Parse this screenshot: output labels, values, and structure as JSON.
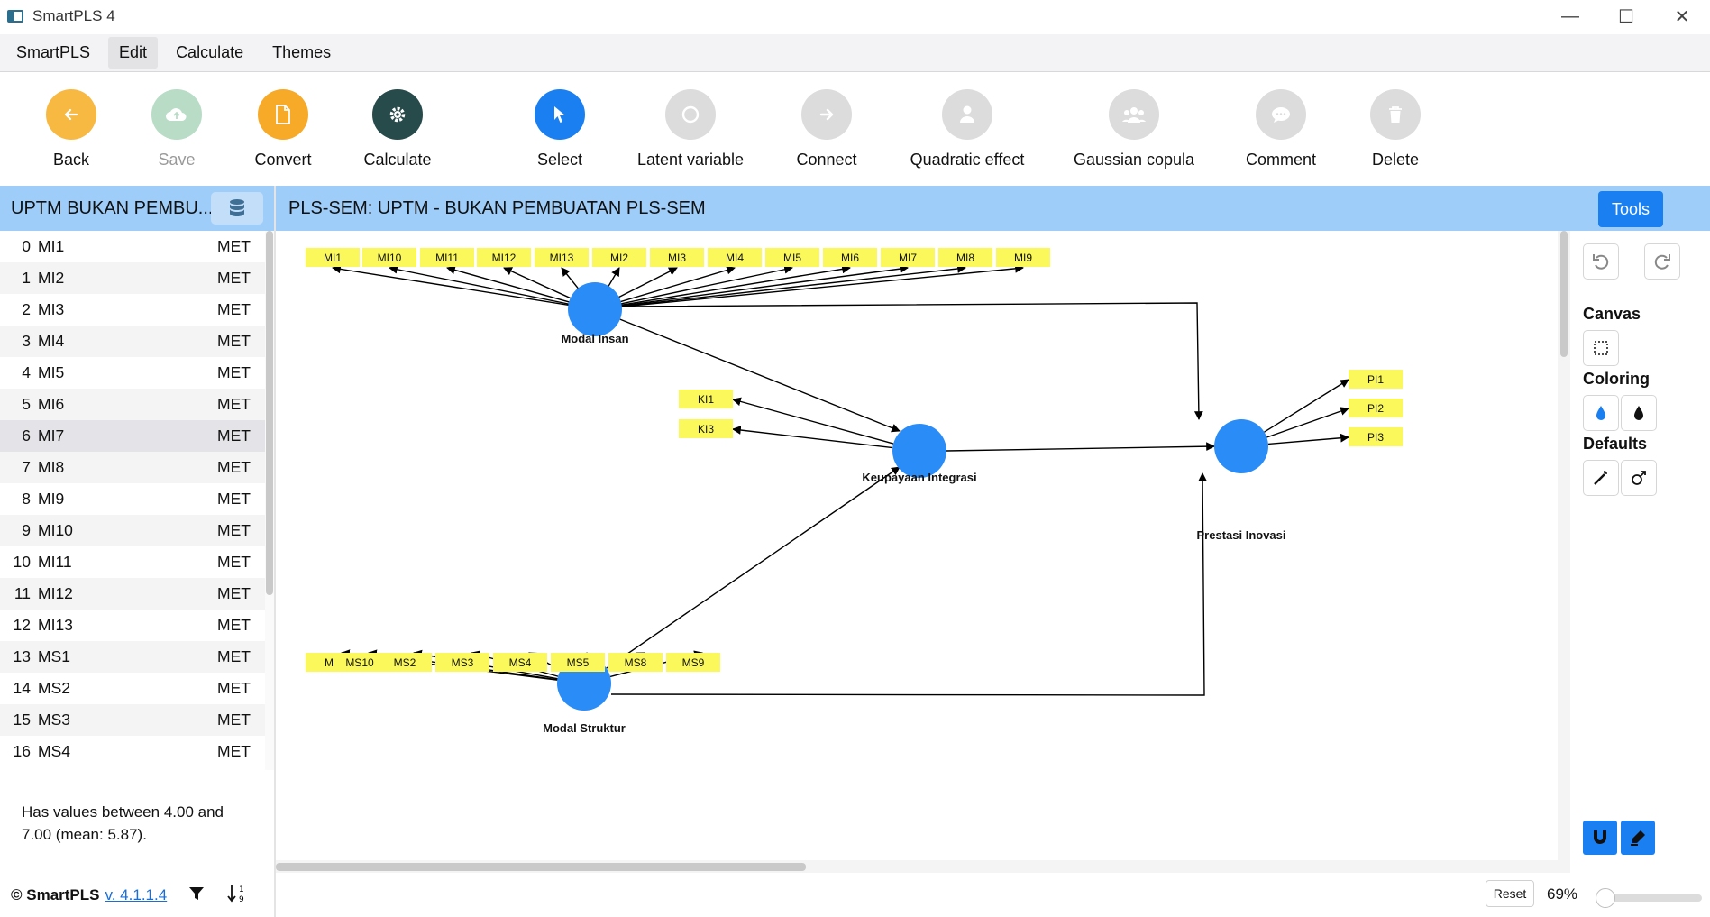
{
  "window": {
    "title": "SmartPLS 4"
  },
  "menu": [
    "SmartPLS",
    "Edit",
    "Calculate",
    "Themes"
  ],
  "toolbar": {
    "back": "Back",
    "save": "Save",
    "convert": "Convert",
    "calculate": "Calculate",
    "select": "Select",
    "latent": "Latent variable",
    "connect": "Connect",
    "quadratic": "Quadratic effect",
    "gaussian": "Gaussian copula",
    "comment": "Comment",
    "delete": "Delete"
  },
  "left": {
    "title": "UPTM BUKAN PEMBU...",
    "variables": [
      {
        "i": "0",
        "n": "MI1",
        "t": "MET"
      },
      {
        "i": "1",
        "n": "MI2",
        "t": "MET"
      },
      {
        "i": "2",
        "n": "MI3",
        "t": "MET"
      },
      {
        "i": "3",
        "n": "MI4",
        "t": "MET"
      },
      {
        "i": "4",
        "n": "MI5",
        "t": "MET"
      },
      {
        "i": "5",
        "n": "MI6",
        "t": "MET"
      },
      {
        "i": "6",
        "n": "MI7",
        "t": "MET"
      },
      {
        "i": "7",
        "n": "MI8",
        "t": "MET"
      },
      {
        "i": "8",
        "n": "MI9",
        "t": "MET"
      },
      {
        "i": "9",
        "n": "MI10",
        "t": "MET"
      },
      {
        "i": "10",
        "n": "MI11",
        "t": "MET"
      },
      {
        "i": "11",
        "n": "MI12",
        "t": "MET"
      },
      {
        "i": "12",
        "n": "MI13",
        "t": "MET"
      },
      {
        "i": "13",
        "n": "MS1",
        "t": "MET"
      },
      {
        "i": "14",
        "n": "MS2",
        "t": "MET"
      },
      {
        "i": "15",
        "n": "MS3",
        "t": "MET"
      },
      {
        "i": "16",
        "n": "MS4",
        "t": "MET"
      }
    ],
    "info": "Has values between 4.00 and 7.00 (mean: 5.87).",
    "copyright": "© SmartPLS",
    "version": "v. 4.1.1.4"
  },
  "canvas": {
    "title": "PLS-SEM: UPTM - BUKAN PEMBUATAN PLS-SEM",
    "tools_label": "Tools",
    "latents": {
      "mi": "Modal Insan",
      "ki": "Keupayaan Integrasi",
      "pi": "Prestasi Inovasi",
      "ms": "Modal Struktur"
    },
    "mi_indicators": [
      "MI1",
      "MI10",
      "MI11",
      "MI12",
      "MI13",
      "MI2",
      "MI3",
      "MI4",
      "MI5",
      "MI6",
      "MI7",
      "MI8",
      "MI9"
    ],
    "ki_indicators": [
      "KI1",
      "KI3"
    ],
    "pi_indicators": [
      "PI1",
      "PI2",
      "PI3"
    ],
    "ms_indicators": [
      "MS",
      "MS10",
      "MS2",
      "MS3",
      "MS4",
      "MS5",
      "MS8",
      "MS9"
    ]
  },
  "right": {
    "canvas": "Canvas",
    "coloring": "Coloring",
    "defaults": "Defaults"
  },
  "bottom": {
    "reset": "Reset",
    "zoom": "69%",
    "zoom_level": 0.0
  },
  "colors": {
    "accent": "#1a7ff0",
    "header": "#9fcdf9",
    "indicator": "#faf85a",
    "latent": "#2a8cf7"
  }
}
